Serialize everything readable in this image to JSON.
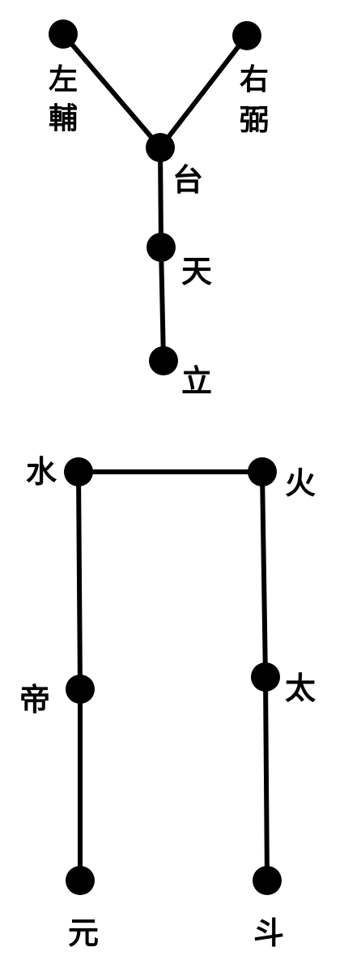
{
  "diagrams": [
    {
      "nodes": {
        "zuofu": {
          "label": "左輔"
        },
        "youbi": {
          "label": "右弼"
        },
        "tai": {
          "label": "台"
        },
        "tian": {
          "label": "天"
        },
        "li": {
          "label": "立"
        }
      }
    },
    {
      "nodes": {
        "shui": {
          "label": "水"
        },
        "huo": {
          "label": "火"
        },
        "di": {
          "label": "帝"
        },
        "tai2": {
          "label": "太"
        },
        "yuan": {
          "label": "元"
        },
        "dou": {
          "label": "斗"
        }
      }
    }
  ],
  "colors": {
    "ink": "#000000",
    "background": "#ffffff"
  }
}
